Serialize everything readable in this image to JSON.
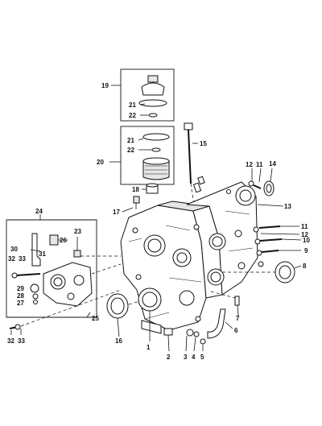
{
  "callouts": {
    "c1": "1",
    "c2": "2",
    "c3": "3",
    "c4": "4",
    "c5": "5",
    "c6": "6",
    "c7": "7",
    "c8": "8",
    "c9": "9",
    "c10": "10",
    "c11a": "11",
    "c11b": "11",
    "c12a": "12",
    "c12b": "12",
    "c13": "13",
    "c14": "14",
    "c15": "15",
    "c16": "16",
    "c17": "17",
    "c18": "18",
    "c19": "19",
    "c20": "20",
    "c21a": "21",
    "c21b": "21",
    "c22a": "22",
    "c22b": "22",
    "c23": "23",
    "c24": "24",
    "c25": "25",
    "c26": "26",
    "c27": "27",
    "c28": "28",
    "c29": "29",
    "c30": "30",
    "c31": "31",
    "c32a": "32",
    "c32b": "32",
    "c33a": "33",
    "c33b": "33"
  }
}
